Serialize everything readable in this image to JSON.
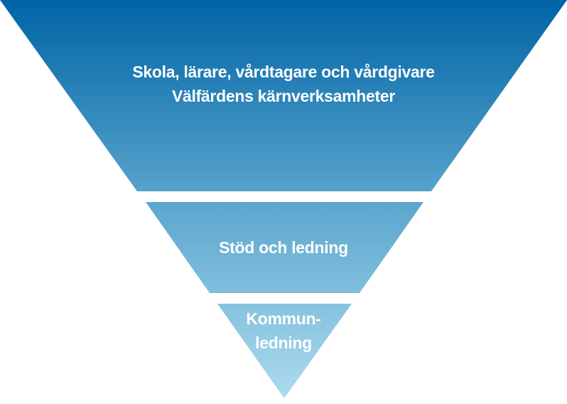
{
  "colors": {
    "top": "#0064a5",
    "bottom": "#addbee"
  },
  "levels": [
    {
      "lines": [
        "Skola, lärare, vårdtagare och vårdgivare",
        "Välfärdens kärnverksamheter"
      ]
    },
    {
      "lines": [
        "Stöd och ledning"
      ]
    },
    {
      "lines": [
        "Kommun-",
        "ledning"
      ]
    }
  ]
}
